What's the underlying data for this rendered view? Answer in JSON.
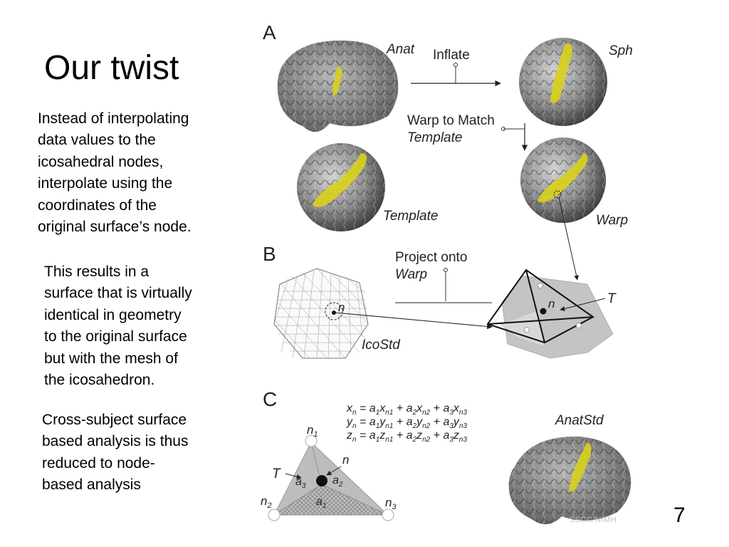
{
  "slide": {
    "title": "Our twist",
    "paragraphs": [
      "Instead of interpolating\ndata values to the\nicosahedral nodes,\ninterpolate using the\ncoordinates of the\noriginal surface’s node.",
      "This results in a\nsurface that is virtually\nidentical in geometry\nto the original surface\nbut with the mesh of\nthe icosahedron.",
      "Cross-subject surface\nbased analysis is thus\nreduced to node-\nbased analysis"
    ],
    "page_number": "7",
    "credit": "SSCC/NIMH"
  },
  "figure": {
    "panel_a": {
      "label": "A",
      "anat": "Anat",
      "inflate": "Inflate",
      "sph": "Sph",
      "warp_to_match": "Warp to Match",
      "template_word": "Template",
      "template": "Template",
      "warp": "Warp"
    },
    "panel_b": {
      "label": "B",
      "project_onto": "Project onto",
      "warp_word": "Warp",
      "n": "n",
      "icostd": "IcoStd",
      "n2": "n",
      "t": "T"
    },
    "panel_c": {
      "label": "C",
      "eq_x": [
        "x",
        "n",
        " = a",
        "1",
        "x",
        "n1",
        " + a",
        "2",
        "x",
        "n2",
        " + a",
        "3",
        "x",
        "n3"
      ],
      "eq_y": [
        "y",
        "n",
        " = a",
        "1",
        "y",
        "n1",
        " + a",
        "2",
        "y",
        "n2",
        " + a",
        "3",
        "y",
        "n3"
      ],
      "eq_z": [
        "z",
        "n",
        " = a",
        "1",
        "z",
        "n1",
        " + a",
        "2",
        "z",
        "n2",
        " + a",
        "3",
        "z",
        "n3"
      ],
      "anatstd": "AnatStd",
      "n": "n",
      "t": "T",
      "n1": [
        "n",
        "1"
      ],
      "n2": [
        "n",
        "2"
      ],
      "n3": [
        "n",
        "3"
      ],
      "a1": [
        "a",
        "1"
      ],
      "a2": [
        "a",
        "2"
      ],
      "a3": [
        "a",
        "3"
      ]
    },
    "colors": {
      "cortex_gray": "#8a8a8a",
      "highlight_yellow": "#d9d21a",
      "mesh_gray": "#c4c4c4"
    }
  }
}
